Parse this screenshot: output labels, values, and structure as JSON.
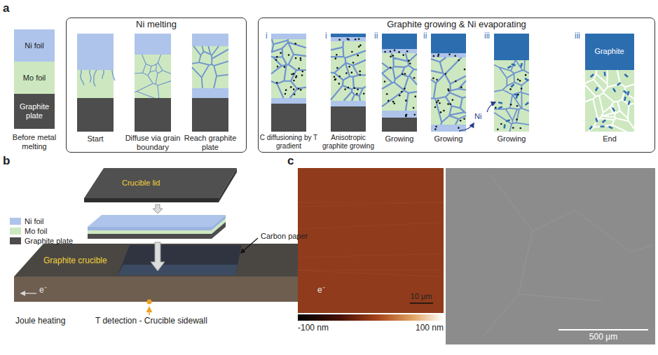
{
  "diagram": {
    "nodes": [
      {
        "text": [
          "Ni foil"
        ]
      },
      {
        "text": [
          "Mo foil"
        ]
      },
      {
        "text": [
          "Graphite plate"
        ]
      },
      {
        "text": [
          "Ni melting"
        ]
      },
      {
        "text": [
          "Graphite growing & Ni evaporating"
        ]
      },
      {
        "text": [
          "Graphite"
        ],
        "in": 4
      },
      {
        "text": [
          "Crucible lid"
        ]
      },
      {
        "text": [
          "Graphite crucible"
        ]
      }
    ],
    "labels": [
      "a",
      "Before metal melting",
      "Start",
      "Diffuse via grain boundary",
      "Reach graphite plate",
      "i",
      "C diffusioning by T gradient",
      "i",
      "Anisotropic graphite growing",
      "ii",
      "Growing",
      "ii",
      "Growing",
      "iii",
      "Growing",
      "Ni",
      "iii",
      "End",
      "b",
      "Carbon paper",
      "e⁻",
      "e⁻",
      "Joule heating",
      "T detection - Crucible sidewall",
      "c",
      "10 μm",
      "-100 nm",
      "100 nm",
      "500 μm"
    ],
    "legend": [
      {
        "text": "Ni foil",
        "color": "#aec4ea"
      },
      {
        "text": "Mo foil",
        "color": "#cde8c0"
      },
      {
        "text": "Graphite plate",
        "color": "#4d4d4d"
      }
    ]
  }
}
